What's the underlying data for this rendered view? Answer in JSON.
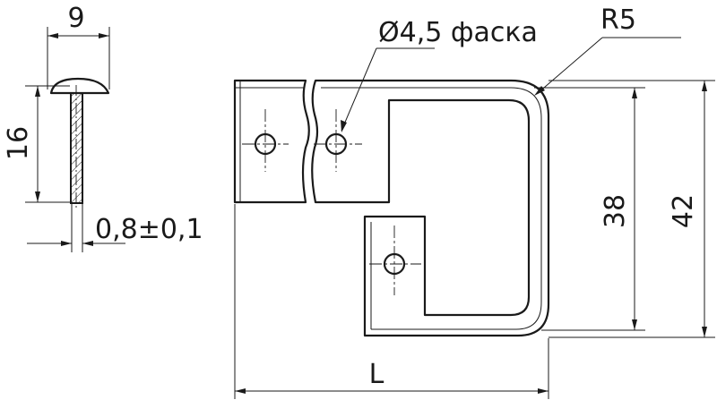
{
  "labels": {
    "width_top": "9",
    "height_left": "16",
    "thickness": "0,8±0,1",
    "hole": "Ø4,5 фаска",
    "radius": "R5",
    "inner_height": "38",
    "outer_height": "42",
    "length": "L"
  },
  "colors": {
    "line": "#1a1a1a",
    "background": "#ffffff"
  }
}
